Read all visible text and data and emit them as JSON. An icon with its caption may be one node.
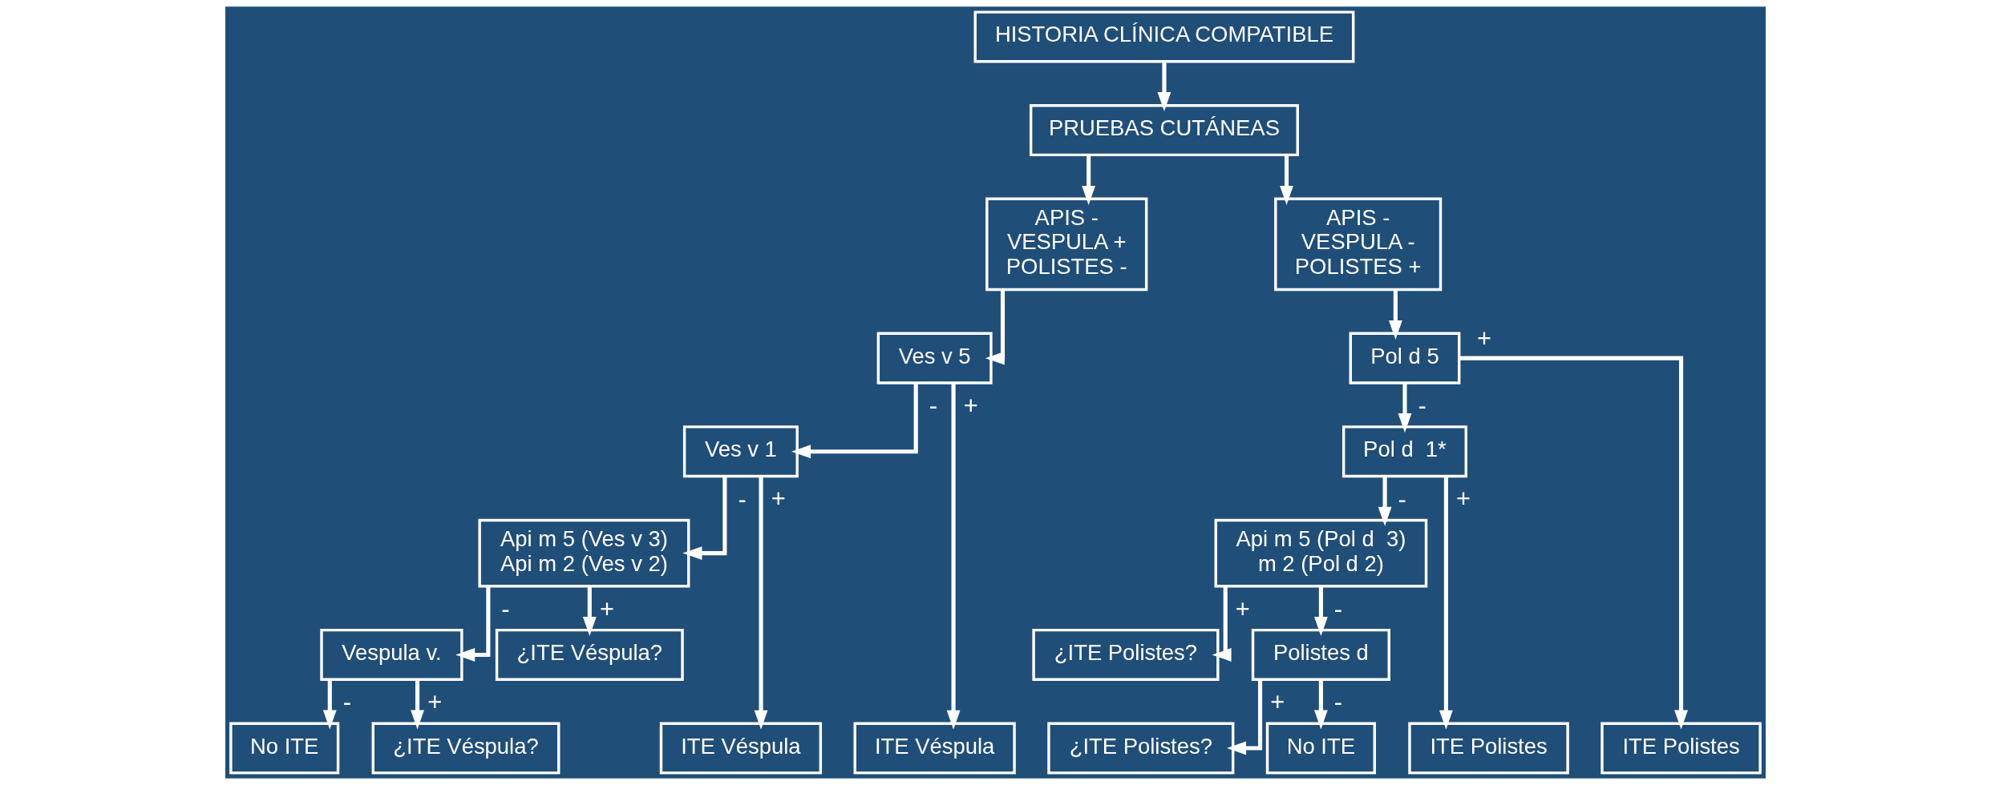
{
  "diagram": {
    "nodes": [
      {
        "text": [
          "HISTORIA CLÍNICA COMPATIBLE"
        ]
      },
      {
        "text": [
          "PRUEBAS CUTÁNEAS"
        ]
      },
      {
        "text": [
          "APIS -",
          "VESPULA +",
          "POLISTES -"
        ]
      },
      {
        "text": [
          "APIS -",
          "VESPULA -",
          "POLISTES +"
        ]
      },
      {
        "text": [
          "Ves v 5"
        ]
      },
      {
        "text": [
          "Ves v 1"
        ]
      },
      {
        "text": [
          "Api m 5 (Ves v 3)",
          "Api m 2 (Ves v 2)"
        ]
      },
      {
        "text": [
          "Vespula v."
        ]
      },
      {
        "text": [
          "¿ITE Véspula?"
        ]
      },
      {
        "text": [
          "No ITE"
        ]
      },
      {
        "text": [
          "¿ITE Véspula?"
        ]
      },
      {
        "text": [
          "ITE Véspula"
        ]
      },
      {
        "text": [
          "ITE Véspula"
        ]
      },
      {
        "text": [
          "Pol d 5"
        ]
      },
      {
        "text": [
          "Pol d  1*"
        ]
      },
      {
        "text": [
          "Api m 5 (Pol d  3)",
          "m 2 (Pol d 2)"
        ]
      },
      {
        "text": [
          "¿ITE Polistes?"
        ]
      },
      {
        "text": [
          "Polistes d"
        ]
      },
      {
        "text": [
          "ITE Polistes"
        ]
      },
      {
        "text": [
          "ITE Polistes"
        ]
      },
      {
        "text": [
          "¿ITE Polistes?"
        ]
      },
      {
        "text": [
          "No ITE"
        ]
      }
    ],
    "edges": [
      {
        "from": 0,
        "to": 1,
        "arrow": "to"
      },
      {
        "from": 1,
        "to": 2,
        "arrow": "to"
      },
      {
        "from": 1,
        "to": 3,
        "arrow": "to"
      },
      {
        "from": 2,
        "to": 4,
        "arrow": "to"
      },
      {
        "from": 4,
        "to": 5,
        "arrow": "to",
        "label": "-"
      },
      {
        "from": 4,
        "to": 12,
        "arrow": "to",
        "label": "+"
      },
      {
        "from": 5,
        "to": 6,
        "arrow": "to",
        "label": "-"
      },
      {
        "from": 5,
        "to": 11,
        "arrow": "to",
        "label": "+"
      },
      {
        "from": 6,
        "to": 7,
        "arrow": "to",
        "label": "-"
      },
      {
        "from": 6,
        "to": 8,
        "arrow": "to",
        "label": "+"
      },
      {
        "from": 7,
        "to": 9,
        "arrow": "to",
        "label": "-"
      },
      {
        "from": 7,
        "to": 10,
        "arrow": "to",
        "label": "+"
      },
      {
        "from": 3,
        "to": 13,
        "arrow": "to"
      },
      {
        "from": 13,
        "to": 18,
        "arrow": "to",
        "label": "+"
      },
      {
        "from": 13,
        "to": 14,
        "arrow": "to",
        "label": "-"
      },
      {
        "from": 14,
        "to": 19,
        "arrow": "to",
        "label": "+"
      },
      {
        "from": 14,
        "to": 15,
        "arrow": "to",
        "label": "-"
      },
      {
        "from": 15,
        "to": 16,
        "arrow": "to",
        "label": "+"
      },
      {
        "from": 15,
        "to": 17,
        "arrow": "to",
        "label": "-"
      },
      {
        "from": 17,
        "to": 20,
        "arrow": "to",
        "label": "+"
      },
      {
        "from": 17,
        "to": 21,
        "arrow": "to",
        "label": "-"
      }
    ]
  }
}
